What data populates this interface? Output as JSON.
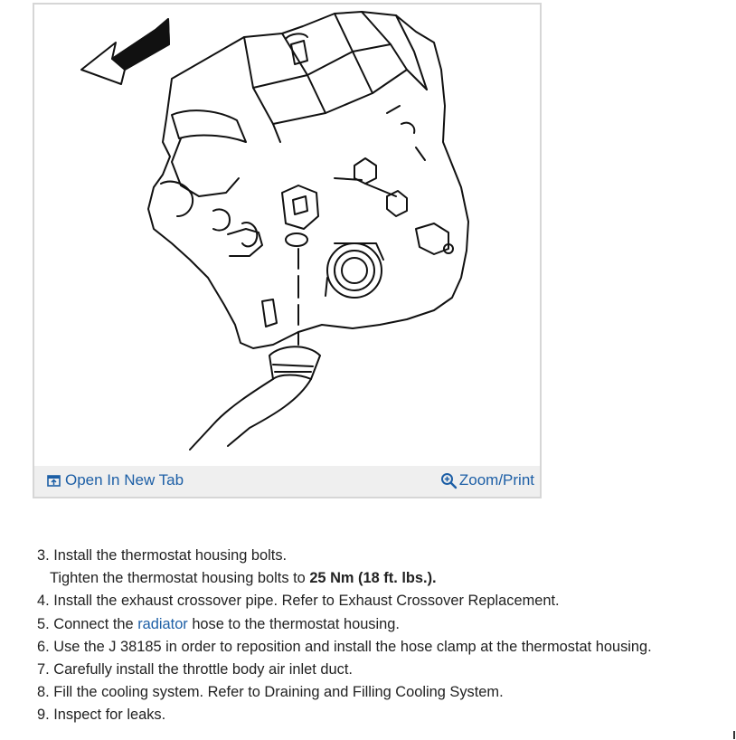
{
  "figure": {
    "open_tab_label": "Open In New Tab",
    "zoom_print_label": "Zoom/Print",
    "open_tab_icon": "open-in-new-tab-icon",
    "zoom_icon": "zoom-in-icon",
    "link_color": "#1d5fa6"
  },
  "steps": [
    {
      "number": "3.",
      "text": "Install the thermostat housing bolts."
    },
    {
      "sub_prefix": "Tighten the thermostat housing bolts to ",
      "sub_value": "25 Nm (18 ft. lbs.)."
    },
    {
      "number": "4.",
      "text": "Install the exhaust crossover pipe. Refer to Exhaust Crossover Replacement."
    },
    {
      "number": "5.",
      "text_before": "Connect the ",
      "link": "radiator",
      "text_after": " hose to the thermostat housing."
    },
    {
      "number": "6.",
      "text": "Use the J 38185 in order to reposition and install the hose clamp at the thermostat housing."
    },
    {
      "number": "7.",
      "text": "Carefully install the throttle body air inlet duct."
    },
    {
      "number": "8.",
      "text": "Fill the cooling system. Refer to Draining and Filling Cooling System."
    },
    {
      "number": "9.",
      "text": "Inspect for leaks."
    }
  ]
}
